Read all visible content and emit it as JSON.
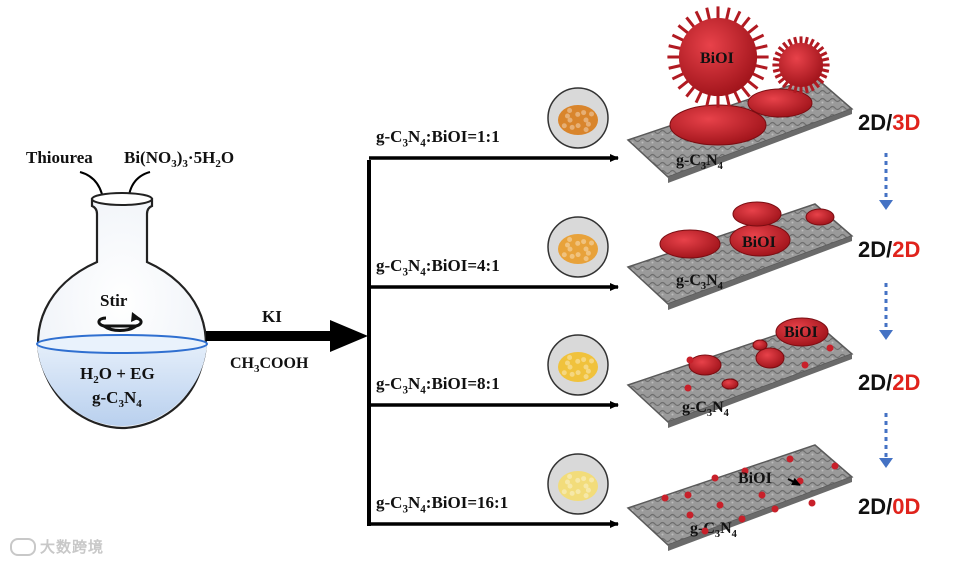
{
  "flask": {
    "reagent_left": "Thiourea",
    "reagent_right": "Bi(NO3)3·5H2O",
    "stir": "Stir",
    "solvent": "H2O + EG",
    "support": "g-C3N4"
  },
  "reaction": {
    "reagent_top": "KI",
    "reagent_bottom": "CH3COOH"
  },
  "branches": [
    {
      "ratio": "g-C3N4:BiOI=1:1",
      "powder_color": "#d9852c",
      "support_label": "g-C3N4",
      "biOI_label": "BiOI",
      "dim_prefix": "2D/",
      "dim_suffix": "3D"
    },
    {
      "ratio": "g-C3N4:BiOI=4:1",
      "powder_color": "#e8a23a",
      "support_label": "g-C3N4",
      "biOI_label": "BiOI",
      "dim_prefix": "2D/",
      "dim_suffix": "2D"
    },
    {
      "ratio": "g-C3N4:BiOI=8:1",
      "powder_color": "#f0c23c",
      "support_label": "g-C3N4",
      "biOI_label": "BiOI",
      "dim_prefix": "2D/",
      "dim_suffix": "2D"
    },
    {
      "ratio": "g-C3N4:BiOI=16:1",
      "powder_color": "#f2dc7a",
      "support_label": "g-C3N4",
      "biOI_label": "BiOI",
      "dim_prefix": "2D/",
      "dim_suffix": "0D"
    }
  ],
  "watermark": "大数跨境",
  "colors": {
    "arrow": "#000000",
    "dim_accent": "#e0231c",
    "dashed_arrow": "#4472c4",
    "biOI": "#c8202a",
    "sheet": "#8f8f8f",
    "solution": "#cfe0f4"
  }
}
